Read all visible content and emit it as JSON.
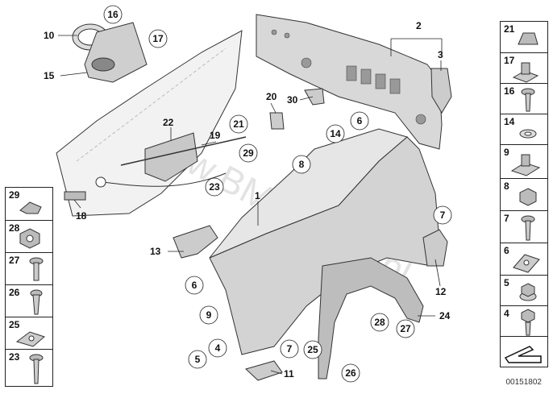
{
  "diagram": {
    "reference_number": "00151802",
    "watermark": "www.BMWstore.pl",
    "callouts_plain": [
      "10",
      "15",
      "2",
      "3",
      "22",
      "19",
      "20",
      "30",
      "18",
      "1",
      "13",
      "12",
      "24",
      "11"
    ],
    "callouts_circled": [
      "16",
      "17",
      "21",
      "29",
      "14",
      "6",
      "8",
      "23",
      "7",
      "6",
      "9",
      "5",
      "4",
      "7",
      "25",
      "28",
      "27",
      "26"
    ]
  },
  "legend_left": {
    "items": [
      "29",
      "28",
      "27",
      "26",
      "25",
      "23"
    ]
  },
  "legend_right": {
    "items": [
      "21",
      "17",
      "16",
      "14",
      "9",
      "8",
      "7",
      "6",
      "5",
      "4"
    ]
  }
}
